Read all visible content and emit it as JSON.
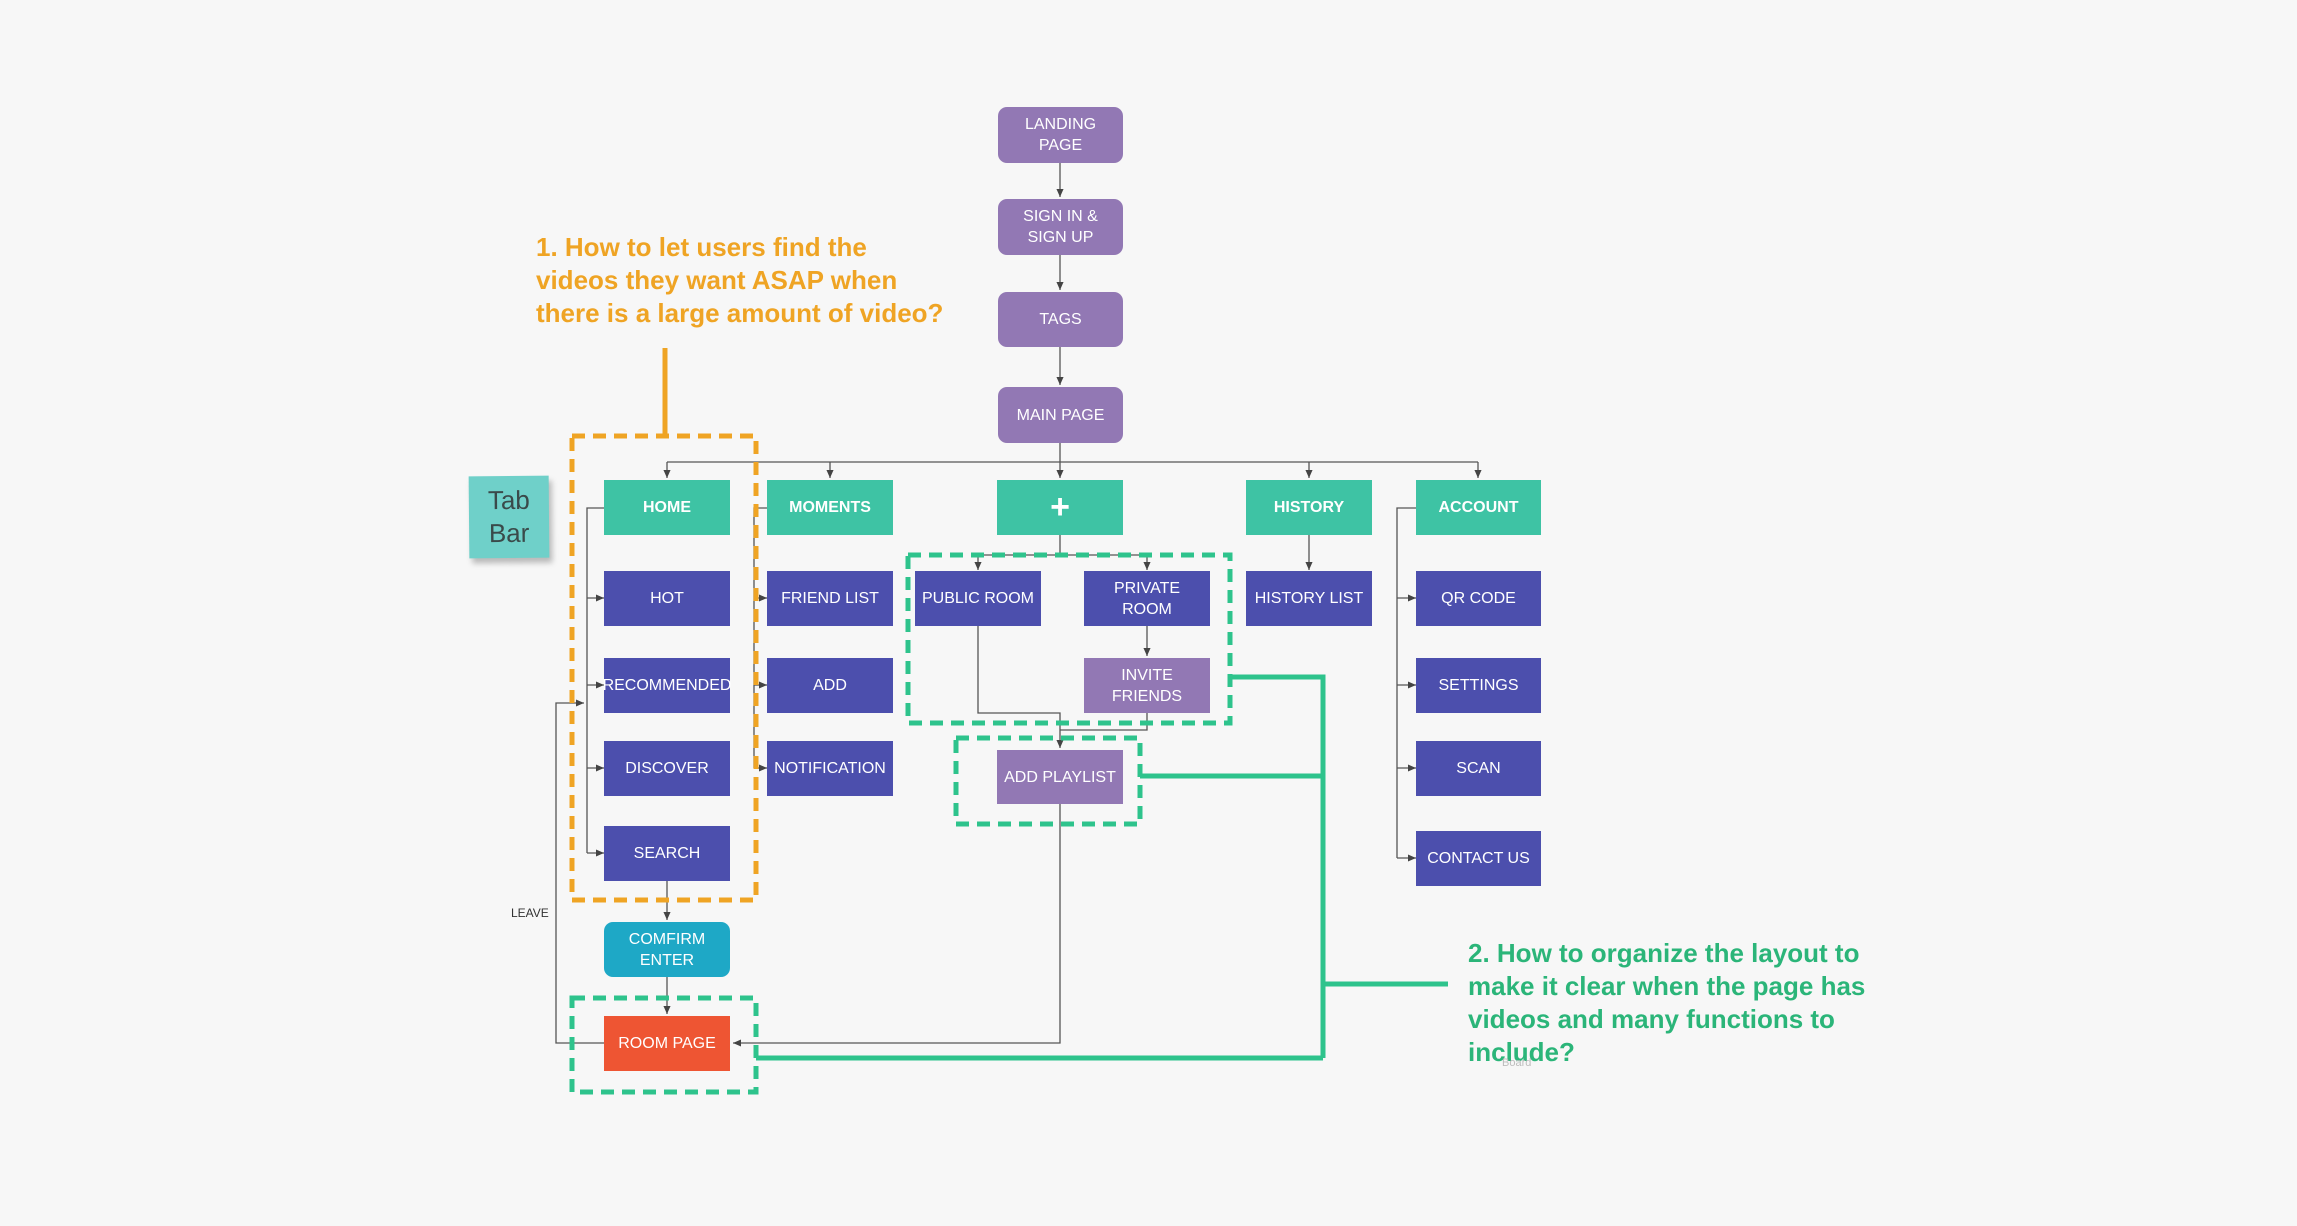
{
  "nodes": {
    "landing": "LANDING PAGE",
    "signin": "SIGN IN &\nSIGN UP",
    "tags": "TAGS",
    "main": "MAIN PAGE",
    "home": "HOME",
    "moments": "MOMENTS",
    "plus": "+",
    "history": "HISTORY",
    "account": "ACCOUNT",
    "hot": "HOT",
    "recommended": "RECOMMENDED",
    "discover": "DISCOVER",
    "search": "SEARCH",
    "confirm": "COMFIRM\nENTER",
    "room": "ROOM PAGE",
    "friend_list": "FRIEND LIST",
    "add": "ADD",
    "notification": "NOTIFICATION",
    "public_room": "PUBLIC ROOM",
    "private_room": "PRIVATE ROOM",
    "invite_friends": "INVITE FRIENDS",
    "add_playlist": "ADD PLAYLIST",
    "history_list": "HISTORY LIST",
    "qr_code": "QR CODE",
    "settings": "SETTINGS",
    "scan": "SCAN",
    "contact_us": "CONTACT US"
  },
  "annotations": {
    "question_1": "1. How to let users find the\nvideos they want ASAP when\nthere is a large amount of video?",
    "question_2": "2. How to organize the layout to\nmake it clear when the page has\nvideos and many functions to\ninclude?",
    "leave_label": "LEAVE",
    "sticky_note": "Tab\nBar",
    "board_label": "Board"
  },
  "colors": {
    "flow_purple": "#9278b4",
    "tab_teal": "#3ec3a4",
    "item_blue": "#4c4fad",
    "confirm_cyan": "#1ea8c6",
    "room_red": "#ee5533",
    "highlight_orange": "#efa424",
    "highlight_green": "#2ec38c",
    "sticky": "#6fd0c9"
  }
}
